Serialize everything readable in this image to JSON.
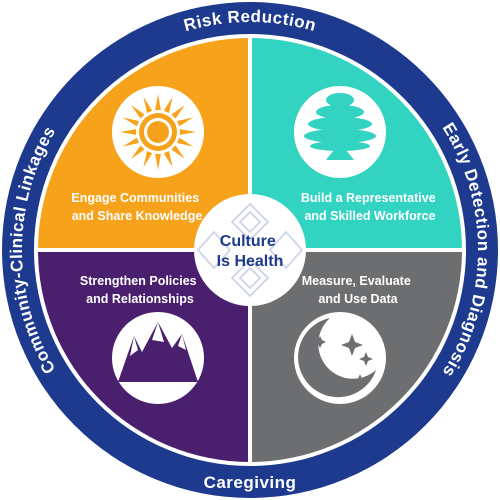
{
  "ring": {
    "top": "Risk Reduction",
    "right": "Early Detection and Diagnosis",
    "bottom": "Caregiving",
    "left": "Community-Clinical Linkages"
  },
  "quadrants": {
    "top_left": {
      "line1": "Engage Communities",
      "line2": "and Share Knowledge",
      "icon": "sun-icon"
    },
    "top_right": {
      "line1": "Build a Representative",
      "line2": "and Skilled Workforce",
      "icon": "tree-icon"
    },
    "bottom_left": {
      "line1": "Strengthen Policies",
      "line2": "and Relationships",
      "icon": "mountain-icon"
    },
    "bottom_right": {
      "line1": "Measure, Evaluate",
      "line2": "and Use Data",
      "icon": "moon-stars-icon"
    }
  },
  "center": {
    "line1": "Culture",
    "line2": "Is Health"
  },
  "colors": {
    "ring_outer": "#1d3a8f",
    "ring_inner": "#243f98",
    "orange": "#f7a21b",
    "teal": "#33d3c2",
    "purple": "#4a1f6e",
    "gray": "#6d6e70",
    "center_text": "#1e3a8c"
  }
}
